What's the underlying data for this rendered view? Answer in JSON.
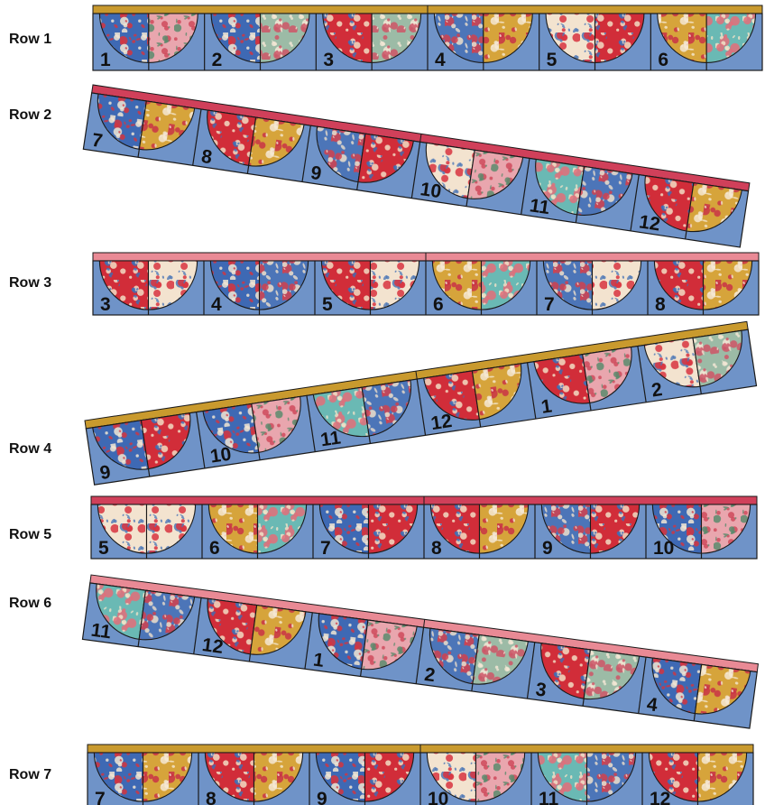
{
  "colors": {
    "background_blue": "#6f93c8",
    "outline": "#1a1a1a",
    "strip_gold": "#c99a2e",
    "strip_red": "#d0405a",
    "strip_pink": "#e98a95"
  },
  "fabrics": [
    {
      "name": "cream-floral",
      "base": "#f3e3cf",
      "motif": "#d8343f",
      "accent": "#4e78b6"
    },
    {
      "name": "pink-ditsy",
      "base": "#e9a6ae",
      "motif": "#cf4a5c",
      "accent": "#5b8b6d"
    },
    {
      "name": "blue-bird",
      "base": "#3e69b4",
      "motif": "#f1e5d2",
      "accent": "#d5343e"
    },
    {
      "name": "red-garden",
      "base": "#d12d39",
      "motif": "#f2dcc3",
      "accent": "#3f6db4"
    },
    {
      "name": "mustard-bloom",
      "base": "#d6a43b",
      "motif": "#c93445",
      "accent": "#f5e8d2"
    },
    {
      "name": "teal-medallion",
      "base": "#6ab9b4",
      "motif": "#e36d79",
      "accent": "#f1e2c8"
    },
    {
      "name": "sage-leaf",
      "base": "#9cbba6",
      "motif": "#cf5566",
      "accent": "#f4e7d5"
    },
    {
      "name": "blue-tile",
      "base": "#4c75b8",
      "motif": "#d3414e",
      "accent": "#eedfcb"
    }
  ],
  "rows": [
    {
      "label": "Row 1",
      "strip": "gold",
      "blocks": [
        {
          "n": "1",
          "f": [
            2,
            1
          ]
        },
        {
          "n": "2",
          "f": [
            2,
            6
          ]
        },
        {
          "n": "3",
          "f": [
            3,
            6
          ]
        },
        {
          "n": "4",
          "f": [
            7,
            4
          ]
        },
        {
          "n": "5",
          "f": [
            0,
            3
          ]
        },
        {
          "n": "6",
          "f": [
            4,
            5
          ]
        }
      ]
    },
    {
      "label": "Row 2",
      "strip": "red",
      "blocks": [
        {
          "n": "7",
          "f": [
            2,
            4
          ]
        },
        {
          "n": "8",
          "f": [
            3,
            4
          ]
        },
        {
          "n": "9",
          "f": [
            7,
            3
          ]
        },
        {
          "n": "10",
          "f": [
            0,
            1
          ]
        },
        {
          "n": "11",
          "f": [
            5,
            7
          ]
        },
        {
          "n": "12",
          "f": [
            3,
            4
          ]
        }
      ]
    },
    {
      "label": "Row 3",
      "strip": "pink",
      "blocks": [
        {
          "n": "3",
          "f": [
            3,
            0
          ]
        },
        {
          "n": "4",
          "f": [
            2,
            7
          ]
        },
        {
          "n": "5",
          "f": [
            3,
            0
          ]
        },
        {
          "n": "6",
          "f": [
            4,
            5
          ]
        },
        {
          "n": "7",
          "f": [
            7,
            0
          ]
        },
        {
          "n": "8",
          "f": [
            3,
            4
          ]
        }
      ]
    },
    {
      "label": "Row 4",
      "strip": "gold",
      "blocks": [
        {
          "n": "9",
          "f": [
            2,
            3
          ]
        },
        {
          "n": "10",
          "f": [
            2,
            1
          ]
        },
        {
          "n": "11",
          "f": [
            5,
            7
          ]
        },
        {
          "n": "12",
          "f": [
            3,
            4
          ]
        },
        {
          "n": "1",
          "f": [
            3,
            1
          ]
        },
        {
          "n": "2",
          "f": [
            0,
            6
          ]
        }
      ]
    },
    {
      "label": "Row 5",
      "strip": "red",
      "blocks": [
        {
          "n": "5",
          "f": [
            0,
            0
          ]
        },
        {
          "n": "6",
          "f": [
            4,
            5
          ]
        },
        {
          "n": "7",
          "f": [
            2,
            3
          ]
        },
        {
          "n": "8",
          "f": [
            3,
            4
          ]
        },
        {
          "n": "9",
          "f": [
            7,
            3
          ]
        },
        {
          "n": "10",
          "f": [
            2,
            1
          ]
        }
      ]
    },
    {
      "label": "Row 6",
      "strip": "pink",
      "blocks": [
        {
          "n": "11",
          "f": [
            5,
            7
          ]
        },
        {
          "n": "12",
          "f": [
            3,
            4
          ]
        },
        {
          "n": "1",
          "f": [
            2,
            1
          ]
        },
        {
          "n": "2",
          "f": [
            7,
            6
          ]
        },
        {
          "n": "3",
          "f": [
            3,
            6
          ]
        },
        {
          "n": "4",
          "f": [
            2,
            4
          ]
        }
      ]
    },
    {
      "label": "Row 7",
      "strip": "gold",
      "blocks": [
        {
          "n": "7",
          "f": [
            2,
            4
          ]
        },
        {
          "n": "8",
          "f": [
            3,
            4
          ]
        },
        {
          "n": "9",
          "f": [
            2,
            3
          ]
        },
        {
          "n": "10",
          "f": [
            0,
            1
          ]
        },
        {
          "n": "11",
          "f": [
            5,
            7
          ]
        },
        {
          "n": "12",
          "f": [
            3,
            4
          ]
        }
      ]
    }
  ]
}
